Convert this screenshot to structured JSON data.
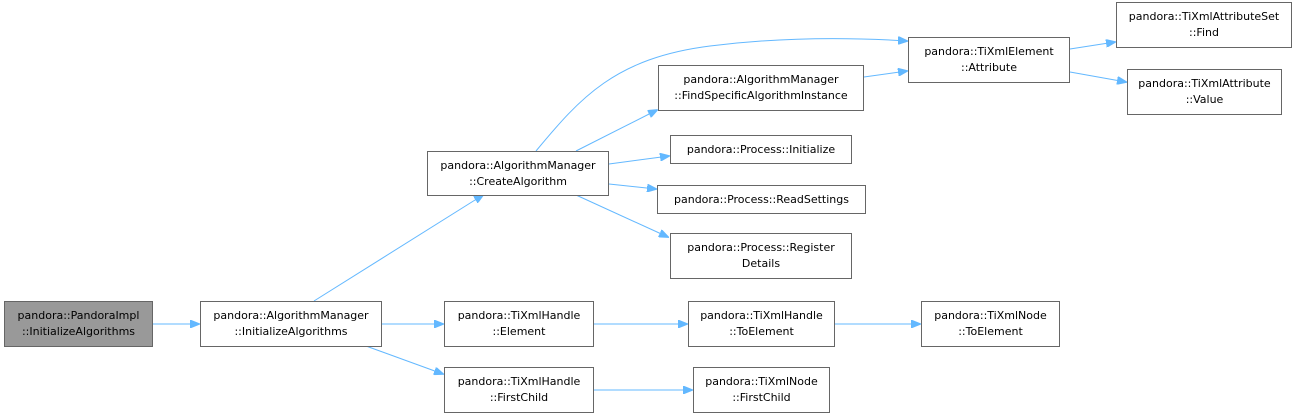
{
  "nodes": {
    "root": [
      "pandora::PandoraImpl",
      "::InitializeAlgorithms"
    ],
    "am_init": [
      "pandora::AlgorithmManager",
      "::InitializeAlgorithms"
    ],
    "am_create": [
      "pandora::AlgorithmManager",
      "::CreateAlgorithm"
    ],
    "am_find": [
      "pandora::AlgorithmManager",
      "::FindSpecificAlgorithmInstance"
    ],
    "proc_init": [
      "pandora::Process::Initialize"
    ],
    "proc_read": [
      "pandora::Process::ReadSettings"
    ],
    "proc_reg": [
      "pandora::Process::Register",
      "Details"
    ],
    "elem_attr": [
      "pandora::TiXmlElement",
      "::Attribute"
    ],
    "attrset_find": [
      "pandora::TiXmlAttributeSet",
      "::Find"
    ],
    "attr_value": [
      "pandora::TiXmlAttribute",
      "::Value"
    ],
    "handle_elem": [
      "pandora::TiXmlHandle",
      "::Element"
    ],
    "handle_toelem": [
      "pandora::TiXmlHandle",
      "::ToElement"
    ],
    "node_toelem": [
      "pandora::TiXmlNode",
      "::ToElement"
    ],
    "handle_first": [
      "pandora::TiXmlHandle",
      "::FirstChild"
    ],
    "node_first": [
      "pandora::TiXmlNode",
      "::FirstChild"
    ]
  },
  "colors": {
    "edge": "#63b8ff",
    "root_fill": "#999999",
    "node_fill": "#ffffff",
    "node_border": "#666666"
  }
}
